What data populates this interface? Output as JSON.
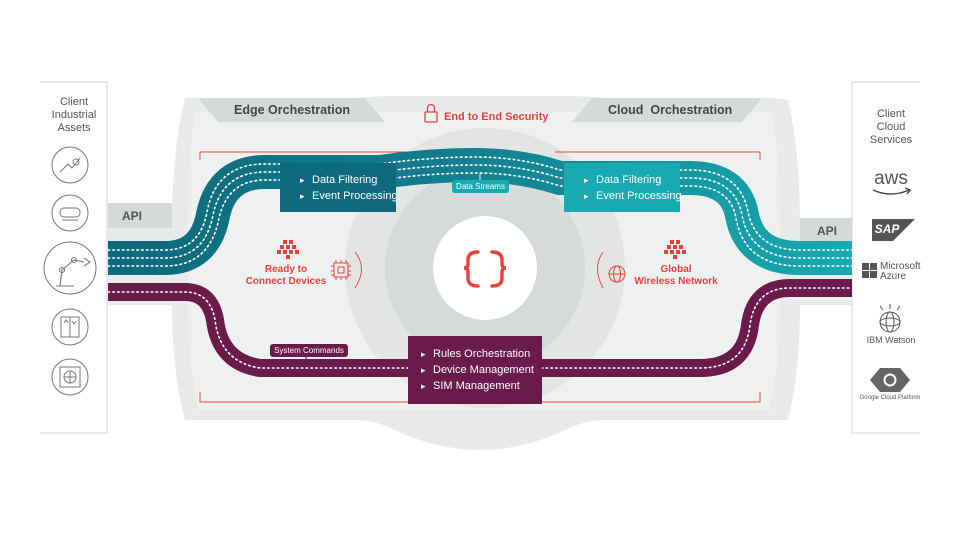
{
  "left_panel": {
    "title_lines": [
      "Client",
      "Industrial",
      "Assets"
    ],
    "icons": [
      "wrench-gear-icon",
      "compressor-icon",
      "robot-arm-icon",
      "elevator-icon",
      "fan-unit-icon"
    ]
  },
  "right_panel": {
    "title_lines": [
      "Client",
      "Cloud",
      "Services"
    ],
    "services": {
      "aws": "aws",
      "sap": "SAP",
      "azure_line1": "Microsoft",
      "azure_line2": "Azure",
      "ibm_watson": "IBM Watson",
      "google_cloud": "Google Cloud Platform"
    }
  },
  "header": {
    "edge": "Edge Orchestration",
    "cloud": "Cloud  Orchestration",
    "security": "End to End Security"
  },
  "api": {
    "left": "API",
    "right": "API"
  },
  "edge_box": {
    "items": [
      "Data Filtering",
      "Event Processing"
    ]
  },
  "cloud_box": {
    "items": [
      "Data Filtering",
      "Event Processing"
    ]
  },
  "rules_box": {
    "items": [
      "Rules Orchestration",
      "Device Management",
      "SIM Management"
    ]
  },
  "tags": {
    "data_streams": "Data Streams",
    "system_commands": "System Commands"
  },
  "ready": {
    "line1": "Ready to",
    "line2": "Connect Devices"
  },
  "global": {
    "line1": "Global",
    "line2": "Wireless Network"
  },
  "colors": {
    "teal_dark": "#0e6a7c",
    "teal_light": "#17aab2",
    "plum": "#6b1b4a",
    "accent_red": "#e8403a",
    "panel_gray": "#e8eaea"
  }
}
